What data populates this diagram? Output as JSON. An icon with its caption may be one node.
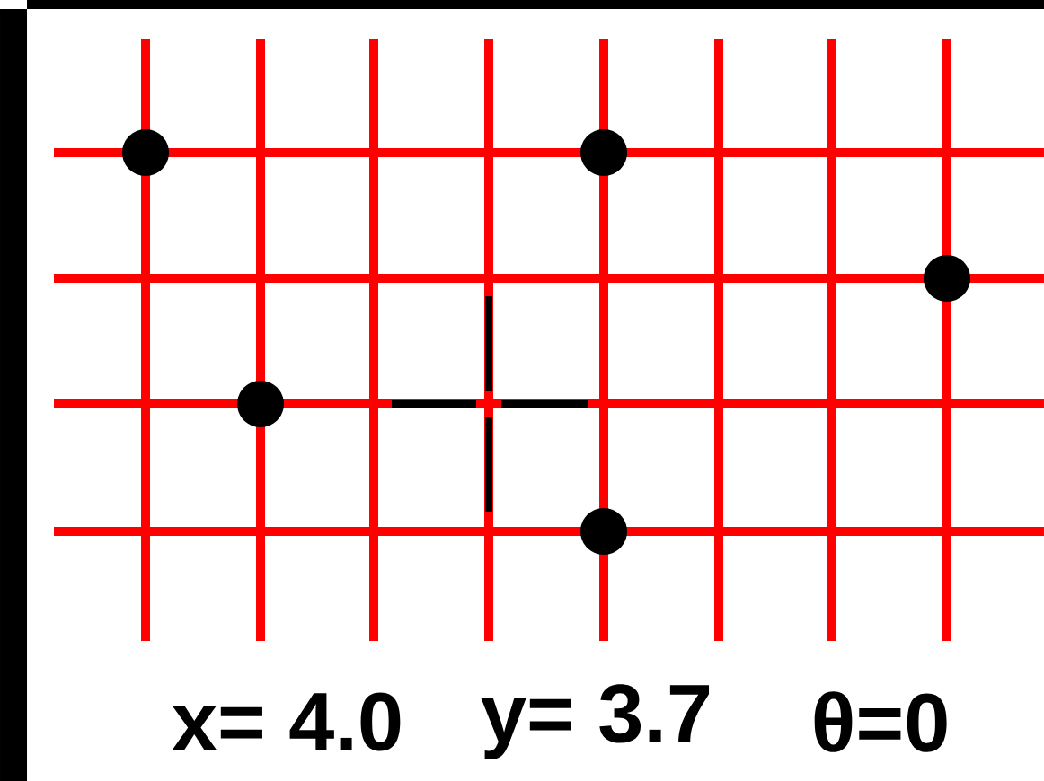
{
  "diagram": {
    "labels": [
      "x= 4.0",
      "y= 3.7",
      "θ=0"
    ]
  }
}
